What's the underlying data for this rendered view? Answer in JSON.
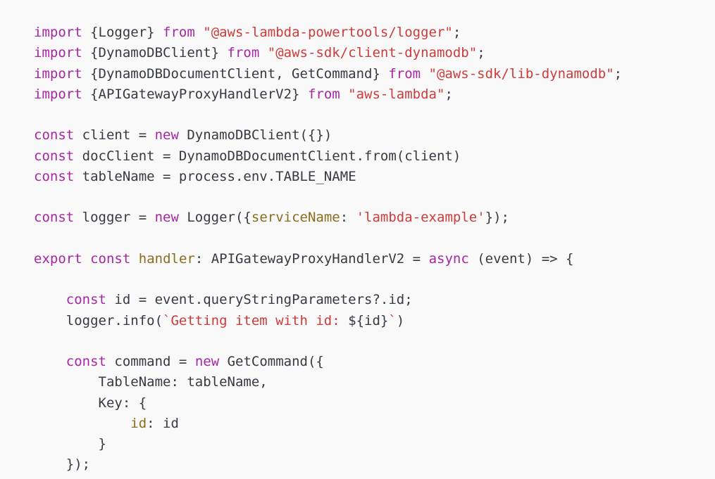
{
  "code": {
    "lines": [
      [
        {
          "t": "import",
          "c": "kw"
        },
        {
          "t": " {Logger} ",
          "c": "ident"
        },
        {
          "t": "from",
          "c": "kw"
        },
        {
          "t": " ",
          "c": "ident"
        },
        {
          "t": "\"@aws-lambda-powertools/logger\"",
          "c": "str"
        },
        {
          "t": ";",
          "c": "ident"
        }
      ],
      [
        {
          "t": "import",
          "c": "kw"
        },
        {
          "t": " {DynamoDBClient} ",
          "c": "ident"
        },
        {
          "t": "from",
          "c": "kw"
        },
        {
          "t": " ",
          "c": "ident"
        },
        {
          "t": "\"@aws-sdk/client-dynamodb\"",
          "c": "str"
        },
        {
          "t": ";",
          "c": "ident"
        }
      ],
      [
        {
          "t": "import",
          "c": "kw"
        },
        {
          "t": " {DynamoDBDocumentClient, GetCommand} ",
          "c": "ident"
        },
        {
          "t": "from",
          "c": "kw"
        },
        {
          "t": " ",
          "c": "ident"
        },
        {
          "t": "\"@aws-sdk/lib-dynamodb\"",
          "c": "str"
        },
        {
          "t": ";",
          "c": "ident"
        }
      ],
      [
        {
          "t": "import",
          "c": "kw"
        },
        {
          "t": " {APIGatewayProxyHandlerV2} ",
          "c": "ident"
        },
        {
          "t": "from",
          "c": "kw"
        },
        {
          "t": " ",
          "c": "ident"
        },
        {
          "t": "\"aws-lambda\"",
          "c": "str"
        },
        {
          "t": ";",
          "c": "ident"
        }
      ],
      [],
      [
        {
          "t": "const",
          "c": "kw"
        },
        {
          "t": " client = ",
          "c": "ident"
        },
        {
          "t": "new",
          "c": "kw"
        },
        {
          "t": " DynamoDBClient({})",
          "c": "ident"
        }
      ],
      [
        {
          "t": "const",
          "c": "kw"
        },
        {
          "t": " docClient = DynamoDBDocumentClient.from(client)",
          "c": "ident"
        }
      ],
      [
        {
          "t": "const",
          "c": "kw"
        },
        {
          "t": " tableName = process.env.TABLE_NAME",
          "c": "ident"
        }
      ],
      [],
      [
        {
          "t": "const",
          "c": "kw"
        },
        {
          "t": " logger = ",
          "c": "ident"
        },
        {
          "t": "new",
          "c": "kw"
        },
        {
          "t": " Logger({",
          "c": "ident"
        },
        {
          "t": "serviceName",
          "c": "prop"
        },
        {
          "t": ": ",
          "c": "ident"
        },
        {
          "t": "'lambda-example'",
          "c": "str"
        },
        {
          "t": "});",
          "c": "ident"
        }
      ],
      [],
      [
        {
          "t": "export",
          "c": "kw"
        },
        {
          "t": " ",
          "c": "ident"
        },
        {
          "t": "const",
          "c": "kw"
        },
        {
          "t": " ",
          "c": "ident"
        },
        {
          "t": "handler",
          "c": "prop"
        },
        {
          "t": ": APIGatewayProxyHandlerV2 = ",
          "c": "ident"
        },
        {
          "t": "async",
          "c": "kw"
        },
        {
          "t": " (event) => {",
          "c": "ident"
        }
      ],
      [],
      [
        {
          "t": "    ",
          "c": "ident"
        },
        {
          "t": "const",
          "c": "kw"
        },
        {
          "t": " id = event.queryStringParameters?.id;",
          "c": "ident"
        }
      ],
      [
        {
          "t": "    logger.info(",
          "c": "ident"
        },
        {
          "t": "`Getting item with id: ",
          "c": "str"
        },
        {
          "t": "${id}",
          "c": "ident"
        },
        {
          "t": "`",
          "c": "str"
        },
        {
          "t": ")",
          "c": "ident"
        }
      ],
      [],
      [
        {
          "t": "    ",
          "c": "ident"
        },
        {
          "t": "const",
          "c": "kw"
        },
        {
          "t": " command = ",
          "c": "ident"
        },
        {
          "t": "new",
          "c": "kw"
        },
        {
          "t": " GetCommand({",
          "c": "ident"
        }
      ],
      [
        {
          "t": "        TableName: tableName,",
          "c": "ident"
        }
      ],
      [
        {
          "t": "        Key: {",
          "c": "ident"
        }
      ],
      [
        {
          "t": "            ",
          "c": "ident"
        },
        {
          "t": "id",
          "c": "prop"
        },
        {
          "t": ": id",
          "c": "ident"
        }
      ],
      [
        {
          "t": "        }",
          "c": "ident"
        }
      ],
      [
        {
          "t": "    });",
          "c": "ident"
        }
      ]
    ]
  }
}
